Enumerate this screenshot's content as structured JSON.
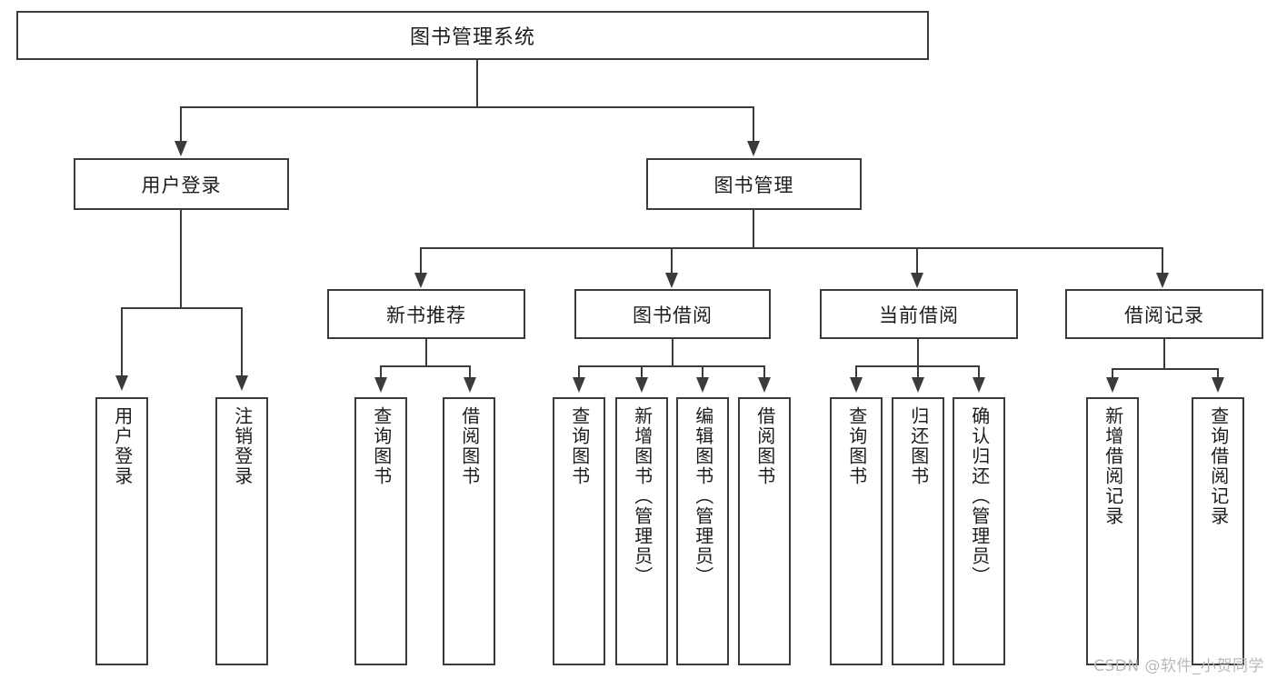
{
  "diagram": {
    "title": "图书管理系统",
    "type": "功能结构图",
    "watermark": "CSDN @软件_小贺同学",
    "colors": {
      "border": "#3b3b3b",
      "text": "#1c1c1c",
      "background": "#ffffff",
      "watermark": "#b9b9b9"
    },
    "root": {
      "label": "图书管理系统"
    },
    "level1": [
      {
        "label": "用户登录"
      },
      {
        "label": "图书管理"
      }
    ],
    "level2": [
      {
        "label": "新书推荐"
      },
      {
        "label": "图书借阅"
      },
      {
        "label": "当前借阅"
      },
      {
        "label": "借阅记录"
      }
    ],
    "leaves": {
      "user_login": [
        {
          "label": "用户登录"
        },
        {
          "label": "注销登录"
        }
      ],
      "new_book_recommend": [
        {
          "label": "查询图书"
        },
        {
          "label": "借阅图书"
        }
      ],
      "book_borrow": [
        {
          "label": "查询图书"
        },
        {
          "label": "新增图书（管理员）"
        },
        {
          "label": "编辑图书（管理员）"
        },
        {
          "label": "借阅图书"
        }
      ],
      "current_borrow": [
        {
          "label": "查询图书"
        },
        {
          "label": "归还图书"
        },
        {
          "label": "确认归还（管理员）"
        }
      ],
      "borrow_record": [
        {
          "label": "新增借阅记录"
        },
        {
          "label": "查询借阅记录"
        }
      ]
    }
  }
}
